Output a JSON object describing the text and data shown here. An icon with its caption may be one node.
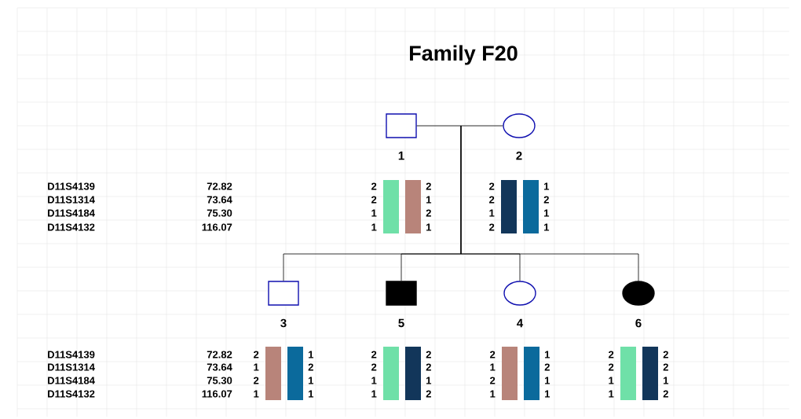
{
  "diagram": {
    "title": "Family F20",
    "nodes": [
      {
        "text": [
          "1"
        ]
      },
      {
        "text": [
          "2"
        ]
      },
      {
        "text": [
          "3"
        ]
      },
      {
        "text": [
          "5"
        ]
      },
      {
        "text": [
          "4"
        ]
      },
      {
        "text": [
          "6"
        ]
      }
    ],
    "edges": [
      {
        "from": 0,
        "to": 1,
        "arrow": "none"
      },
      {
        "from": null,
        "to": 2,
        "arrow": "none"
      },
      {
        "from": null,
        "to": 3,
        "arrow": "none"
      },
      {
        "from": null,
        "to": 4,
        "arrow": "none"
      },
      {
        "from": null,
        "to": 5,
        "arrow": "none"
      }
    ],
    "labels": [
      "D11S4139",
      "72.82",
      "2",
      "2",
      "2",
      "1",
      "D11S1314",
      "73.64",
      "2",
      "1",
      "2",
      "2",
      "D11S4184",
      "75.30",
      "1",
      "2",
      "1",
      "1",
      "D11S4132",
      "116.07",
      "1",
      "1",
      "2",
      "1",
      "D11S4139",
      "72.82",
      "2",
      "1",
      "2",
      "2",
      "2",
      "1",
      "2",
      "2",
      "D11S1314",
      "73.64",
      "1",
      "2",
      "2",
      "2",
      "1",
      "2",
      "2",
      "2",
      "D11S4184",
      "75.30",
      "2",
      "1",
      "1",
      "1",
      "2",
      "1",
      "1",
      "1",
      "D11S4132",
      "116.07",
      "1",
      "1",
      "1",
      "2",
      "1",
      "1",
      "1",
      "2"
    ]
  }
}
